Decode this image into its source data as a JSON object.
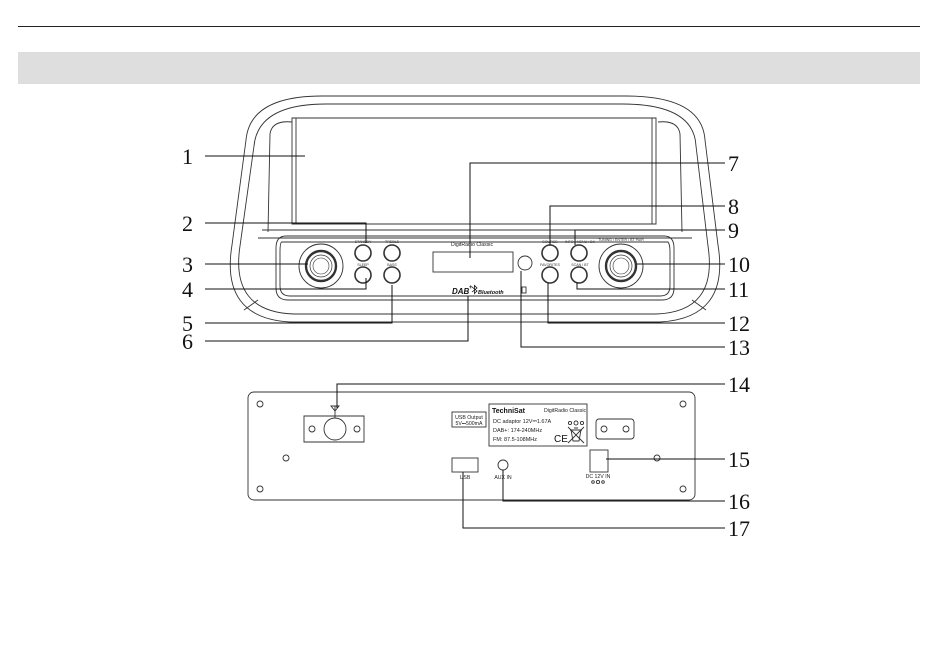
{
  "callouts": [
    "1",
    "2",
    "3",
    "4",
    "5",
    "6",
    "7",
    "8",
    "9",
    "10",
    "11",
    "12",
    "13",
    "14",
    "15",
    "16",
    "17"
  ],
  "front": {
    "display_label": "DigitRadio Classic",
    "standby_label": "STANDBY",
    "sleep_label": "SLEEP",
    "treble_label": "TREBLE",
    "bass_label": "BASS",
    "source_label": "SOURCE",
    "favorites_label": "FAVORITES",
    "info_label": "INFO / MENU / BK",
    "scan_label": "SCAN / BT",
    "tuning_label": "TUNING / ENTER / BT PAIR",
    "dab_logo": "DAB",
    "dab_plus": "+",
    "bluetooth_logo": "Bluetooth"
  },
  "back": {
    "usb_output": "USB Output",
    "usb_output_spec": "5V⎓500mA",
    "brand": "TechniSat",
    "model": "DigitRadio Classic",
    "adaptor": "DC adaptor 12V⎓1.67A",
    "dab_band": "DAB+: 174-240MHz",
    "fm_band": "FM: 87.5-108MHz",
    "ce_mark": "CE",
    "usb_port_label": "USB",
    "aux_label": "AUX IN",
    "dc_label": "DC 12V IN"
  }
}
